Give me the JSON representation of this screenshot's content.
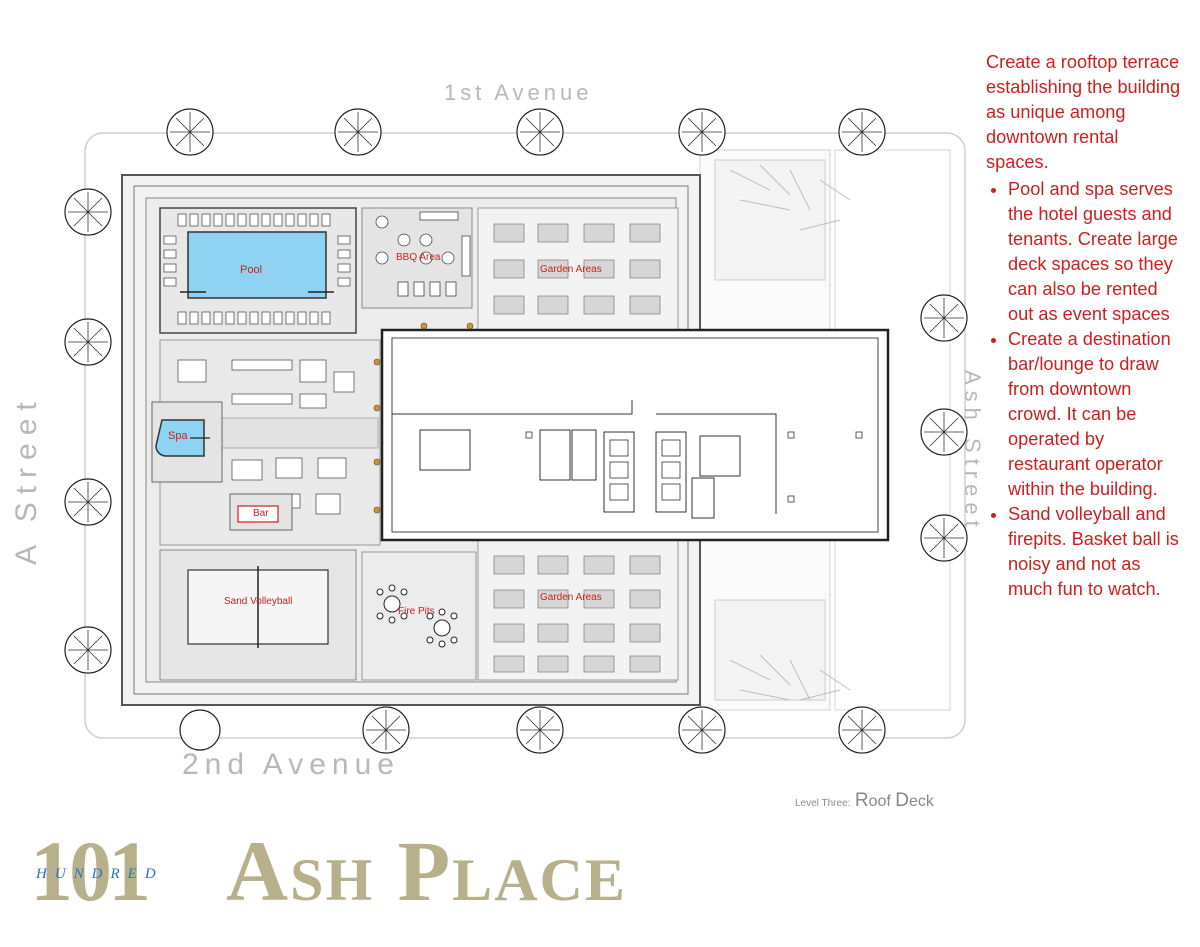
{
  "streets": {
    "north": "1st Avenue",
    "south": "2nd Avenue",
    "west": "A Street",
    "east": "Ash Street"
  },
  "areas": {
    "pool": "Pool",
    "bbq": "BBQ Area",
    "garden_north": "Garden Areas",
    "spa": "Spa",
    "bar": "Bar",
    "volleyball": "Sand Volleyball",
    "fire_pits": "Fire Pits",
    "garden_south": "Garden Areas"
  },
  "level": {
    "prefix": "Level Three:",
    "r": "R",
    "oof": "oof ",
    "d": "D",
    "eck": "eck"
  },
  "notes": {
    "intro": "Create a rooftop terrace establishing the building as unique among downtown rental spaces.",
    "bullets": [
      "Pool and spa serves the hotel guests and tenants.  Create large deck spaces so they can also be rented out as event spaces",
      "Create a destination bar/lounge to draw from downtown crowd. It can be operated by restaurant operator within the building.",
      "Sand volleyball and firepits. Basket ball is noisy and not as much fun to watch."
    ]
  },
  "logo": {
    "number": "101",
    "hundred": "HUNDRED",
    "name": "Ash Place"
  },
  "colors": {
    "note_red": "#cc1f1f",
    "logo_gold": "#b7b08a",
    "logo_blue": "#2e6fb7",
    "pool_blue": "#8fd3f2"
  }
}
